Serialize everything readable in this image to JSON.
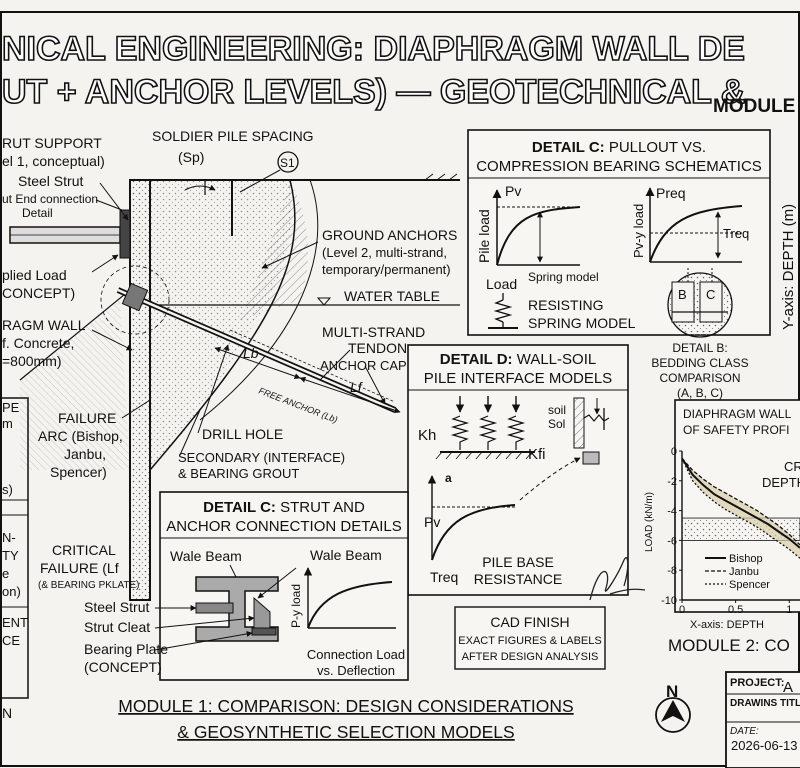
{
  "title": {
    "line1": "NICAL ENGINEERING: DIAPHRAGM WALL DE",
    "line2": "UT + ANCHOR LEVELS) — GEOTECHNICAL &",
    "module_tag": "MODULE"
  },
  "main": {
    "strut_support": "RUT SUPPORT",
    "level1": "el 1, conceptual)",
    "steel_strut": "Steel Strut",
    "strut_end_1": "ut End connection",
    "strut_end_2": "Detail",
    "applied_load_1": "plied Load",
    "applied_load_2": "CONCEPT)",
    "soldier_pile": "SOLDIER PILE SPACING",
    "sp": "(Sp)",
    "s1": "S1",
    "ground_anchors": "GROUND ANCHORS",
    "anchors_2": "(Level 2, multi-strand,",
    "anchors_3": "temporary/permanent)",
    "water_table": "WATER TABLE",
    "diaphragm_1": "RAGM WALL",
    "diaphragm_2": "f. Concrete,",
    "diaphragm_3": "=800mm)",
    "tendon_1": "MULTI-STRAND",
    "tendon_2": "TENDON",
    "anchor_cap": "ANCHOR CAP",
    "lb": "Lb",
    "lf": "Lf",
    "free_anchor": "FREE ANCHOR (Lb)",
    "failure_1": "FAILURE",
    "failure_2": "ARC (Bishop,",
    "failure_3": "Janbu,",
    "failure_4": "Spencer)",
    "drill_hole": "DRILL HOLE",
    "secondary_1": "SECONDARY (INTERFACE)",
    "secondary_2": "& BEARING GROUT",
    "critical_1": "CRITICAL",
    "critical_2": "FAILURE (Lf",
    "critical_3": "(& BEARING PKLATE)"
  },
  "left_table": {
    "r1": [
      "PE",
      "m"
    ],
    "r2": [
      "s)"
    ],
    "r3": [
      "N-",
      "TY",
      "e",
      "on)"
    ],
    "r4": [
      "ENT",
      "CE"
    ],
    "r5": [
      "N"
    ]
  },
  "detail_c_pullout": {
    "title_bold": "DETAIL C:",
    "title_rest": " PULLOUT VS.",
    "title_2": "COMPRESSION BEARING SCHEMATICS",
    "pv": "Pv",
    "pile_load": "Pile load",
    "spring_model": "Spring model",
    "preq": "Preq",
    "pvy_load": "Pv-y load",
    "treq": "Treq",
    "load": "Load",
    "resisting_1": "RESISTING",
    "resisting_2": "SPRING MODEL"
  },
  "detail_b": {
    "b": "B",
    "c": "C",
    "l1": "DETAIL B:",
    "l2": "BEDDING CLASS",
    "l3": "COMPARISON",
    "l4": "(A, B, C)"
  },
  "detail_d": {
    "title_bold": "DETAIL D:",
    "title_rest": " WALL-SOIL",
    "title_2": "PILE INTERFACE MODELS",
    "kh": "Kh",
    "kfi": "Kfi",
    "soil": "soil",
    "sol": "Sol",
    "a": "a",
    "pv": "Pv",
    "treq": "Treq",
    "pile_base_1": "PILE BASE",
    "pile_base_2": "RESISTANCE"
  },
  "detail_c_strut": {
    "title_bold": "DETAIL C:",
    "title_rest": " STRUT AND",
    "title_2": "ANCHOR CONNECTION DETAILS",
    "wale_left": "Wale Beam",
    "wale_right": "Wale Beam",
    "steel_strut": "Steel Strut",
    "strut_cleat": "Strut Cleat",
    "bearing_plate_1": "Bearing Plate",
    "bearing_plate_2": "(CONCEPT)",
    "pvy_load": "P-y load",
    "conn_1": "Connection Load",
    "conn_2": "vs. Deflection"
  },
  "cad_finish": {
    "l1": "CAD FINISH",
    "l2": "EXACT FIGURES & LABELS",
    "l3": "AFTER DESIGN ANALYSIS"
  },
  "module1": {
    "l1": "MODULE 1: COMPARISON: DESIGN CONSIDERATIONS",
    "l2": "& GEOSYNTHETIC SELECTION MODELS"
  },
  "module2": "MODULE 2: CO",
  "north": "N",
  "title_block": {
    "project": "PROJECT:",
    "project_val": "A",
    "drawing_title": "DRAWINS TITLE",
    "date_label": "DATE:",
    "date": "2026-06-13"
  },
  "right_axis_label": "Y-axis: DEPTH (m)",
  "chart_data": {
    "type": "line",
    "title": "DIAPHRAGM WALL\nOF SAFETY PROFI",
    "title_lines": [
      "DIAPHRAGM WALL",
      "OF SAFETY PROFI"
    ],
    "annotation_1": "CR",
    "annotation_2": "DEPTH",
    "xlabel": "X-axis: DEPTH",
    "ylabel": "LOAD (kN/m)",
    "xlim": [
      0,
      1.1
    ],
    "ylim": [
      -10,
      0
    ],
    "x_ticks": [
      "0",
      "0.5",
      "1"
    ],
    "y_ticks": [
      "0",
      "-2",
      "-4",
      "-6",
      "-8",
      "-10"
    ],
    "x": [
      0,
      0.1,
      0.2,
      0.3,
      0.4,
      0.5,
      0.6,
      0.7,
      0.8,
      0.9,
      1.0,
      1.1
    ],
    "series": [
      {
        "name": "Bishop",
        "values": [
          -0.5,
          -1.6,
          -2.3,
          -2.9,
          -3.3,
          -3.7,
          -4.1,
          -4.5,
          -4.9,
          -5.4,
          -5.9,
          -6.5
        ]
      },
      {
        "name": "Janbu",
        "values": [
          -0.5,
          -1.3,
          -1.9,
          -2.4,
          -2.8,
          -3.2,
          -3.6,
          -4.0,
          -4.5,
          -5.0,
          -5.6,
          -6.3
        ]
      },
      {
        "name": "Spencer",
        "values": [
          -0.5,
          -2.0,
          -2.8,
          -3.4,
          -3.9,
          -4.3,
          -4.7,
          -5.1,
          -5.6,
          -6.1,
          -6.6,
          -7.2
        ]
      }
    ],
    "band_y": [
      -6.0,
      -4.5
    ],
    "grid": false,
    "legend": "bottom-right"
  }
}
